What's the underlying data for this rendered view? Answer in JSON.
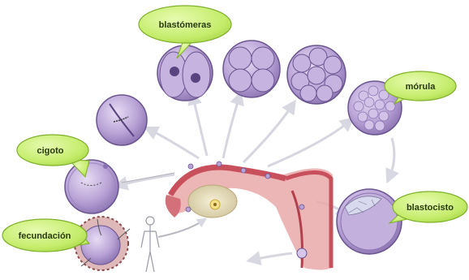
{
  "labels": {
    "blastomeras": "blastómeras",
    "morula": "mórula",
    "cigoto": "cigoto",
    "blastocisto": "blastocisto",
    "fecundacion": "fecundación"
  },
  "colors": {
    "bubble_fill": "#c5ec6b",
    "bubble_stroke": "#7fb02b",
    "cell_fill": "#b9a3d6",
    "cell_dark": "#7f66a8",
    "uterus": "#d4707a",
    "arrow": "#e8e8ee"
  }
}
